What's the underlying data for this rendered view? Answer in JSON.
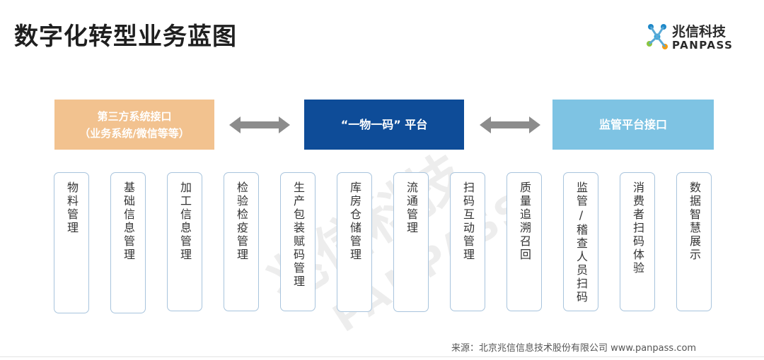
{
  "title": "数字化转型业务蓝图",
  "logo": {
    "name_cn": "兆信科技",
    "name_en": "PANPASS"
  },
  "top_boxes": {
    "left": {
      "line1": "第三方系统接口",
      "line2": "（业务系统/微信等等）",
      "color": "#f2c28f"
    },
    "middle": {
      "label": "“一物一码” 平台",
      "color": "#0e4c98"
    },
    "right": {
      "label": "监管平台接口",
      "color": "#7ec3e3"
    }
  },
  "modules": [
    "物料管理",
    "基础信息管理",
    "加工信息管理",
    "检验检疫管理",
    "生产包装赋码管理",
    "库房仓储管理",
    "流通管理",
    "扫码互动管理",
    "质量追溯召回",
    "监管/稽查人员扫码",
    "消费者扫码体验",
    "数据智慧展示"
  ],
  "watermark": {
    "cn": "兆信科技",
    "en": "PANPASS"
  },
  "footer": "来源：北京兆信信息技术股份有限公司  www.panpass.com",
  "colors": {
    "arrow": "#8c8c8c",
    "module_border": "#a8c4dd"
  }
}
